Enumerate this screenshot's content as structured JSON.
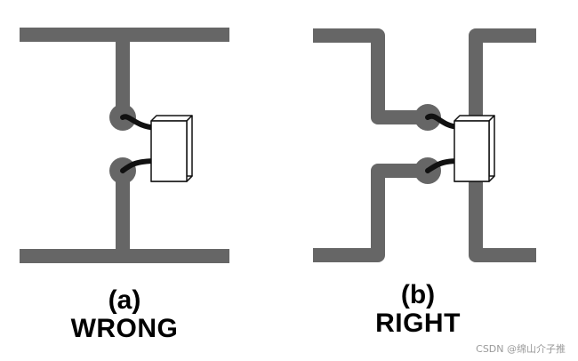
{
  "colors": {
    "trace": "#666666",
    "wire": "#111111",
    "component_fill": "#ffffff",
    "component_stroke": "#111111",
    "text": "#000000"
  },
  "panel_a": {
    "letter": "(a)",
    "verdict": "WRONG"
  },
  "panel_b": {
    "letter": "(b)",
    "verdict": "RIGHT"
  },
  "watermark": "CSDN @绵山介子推"
}
